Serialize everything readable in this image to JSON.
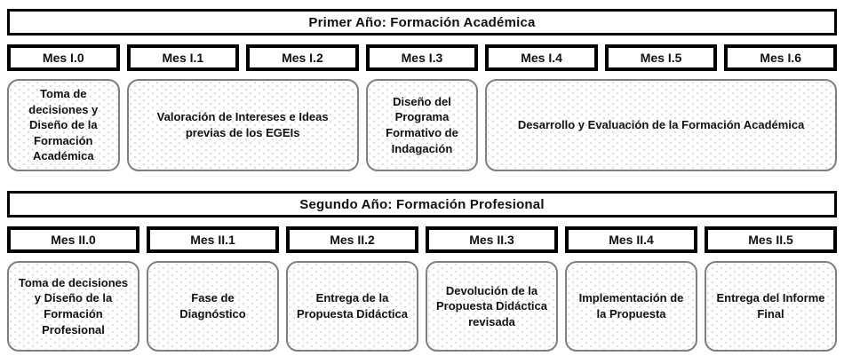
{
  "colors": {
    "header_border": "#000000",
    "month_border": "#000000",
    "activity_border": "#7f7f7f",
    "activity_dot": "#d9d9d9",
    "background": "#ffffff",
    "text": "#111111"
  },
  "year1": {
    "header": "Primer Año: Formación Académica",
    "months": [
      "Mes I.0",
      "Mes I.1",
      "Mes I.2",
      "Mes I.3",
      "Mes I.4",
      "Mes I.5",
      "Mes I.6"
    ],
    "activities": [
      {
        "label": "Toma de decisiones y Diseño de la Formación Académica",
        "month_span": 1
      },
      {
        "label": "Valoración de Intereses e Ideas previas de los EGEIs",
        "month_span": 2
      },
      {
        "label": "Diseño del Programa Formativo de Indagación",
        "month_span": 1
      },
      {
        "label": "Desarrollo y Evaluación de la Formación Académica",
        "month_span": 3
      }
    ]
  },
  "year2": {
    "header": "Segundo Año: Formación Profesional",
    "months": [
      "Mes II.0",
      "Mes II.1",
      "Mes II.2",
      "Mes II.3",
      "Mes II.4",
      "Mes II.5"
    ],
    "activities": [
      {
        "label": "Toma de decisiones y Diseño de la Formación Profesional",
        "month_span": 1
      },
      {
        "label": "Fase de Diagnóstico",
        "month_span": 1
      },
      {
        "label": "Entrega de la Propuesta Didáctica",
        "month_span": 1
      },
      {
        "label": "Devolución de la Propuesta Didáctica revisada",
        "month_span": 1
      },
      {
        "label": "Implementación de la Propuesta",
        "month_span": 1
      },
      {
        "label": "Entrega del Informe Final",
        "month_span": 1
      }
    ]
  }
}
